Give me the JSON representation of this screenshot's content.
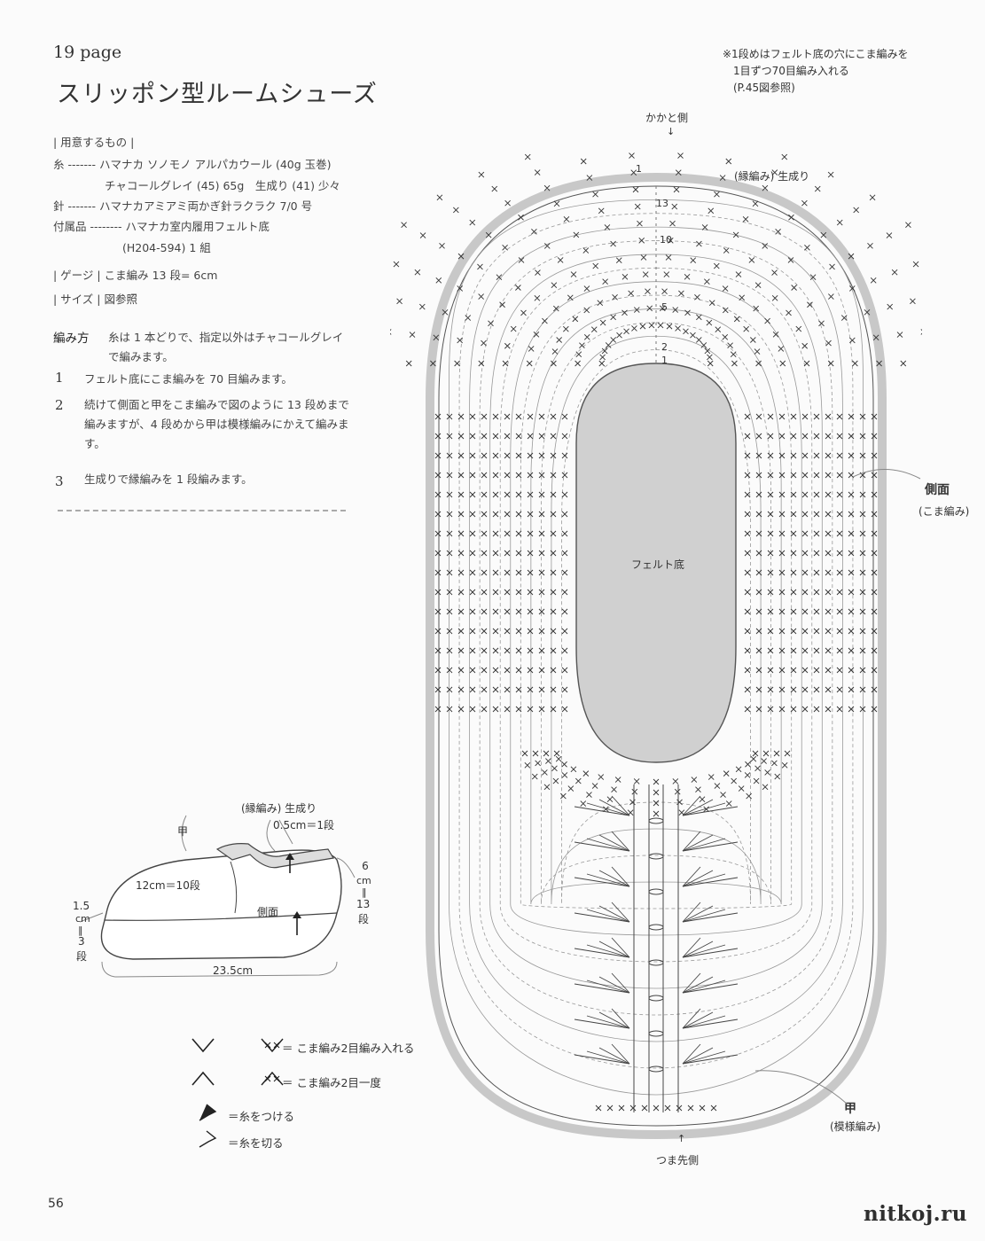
{
  "header": {
    "page_label": "19 page",
    "title": "スリッポン型ルームシューズ"
  },
  "materials": {
    "heading": "| 用意するもの |",
    "yarn_label": "糸 ------- ハマナカ ソノモノ アルパカウール (40g 玉巻)",
    "yarn_colors": "チャコールグレイ (45) 65g　生成り (41) 少々",
    "hook": "針 ------- ハマナカアミアミ両かぎ針ラクラク 7/0 号",
    "accessory": "付属品 -------- ハマナカ室内履用フェルト底",
    "accessory_code": "(H204-594) 1 組",
    "gauge": "| ゲージ | こま編み 13 段= 6cm",
    "size": "| サイズ | 図参照"
  },
  "method": {
    "heading": "編み方",
    "intro": "糸は 1 本どりで、指定以外はチャコールグレイで編みます。",
    "steps": [
      {
        "num": "1",
        "text": "フェルト底にこま編みを 70 目編みます。"
      },
      {
        "num": "2",
        "text": "続けて側面と甲をこま編みで図のように 13 段めまで編みますが、4 段めから甲は模様編みにかえて編みます。"
      },
      {
        "num": "3",
        "text": "生成りで縁編みを 1 段編みます。"
      }
    ]
  },
  "shoe_diagram": {
    "edge_label": "(縁編み) 生成り",
    "edge_size": "0.5cm＝1段",
    "instep": "甲",
    "instep_size": "12cm＝10段",
    "side": "側面",
    "height_cm": "6",
    "height_unit": "cm",
    "height_eq": "‖",
    "height_rows": "13",
    "height_dan": "段",
    "sole_cm": "1.5",
    "sole_unit": "cm",
    "sole_eq": "‖",
    "sole_rows": "3",
    "sole_dan": "段",
    "length": "23.5cm"
  },
  "legend": [
    {
      "symbol": "increase-symbol",
      "text": "＝ こま編み2目編み入れる"
    },
    {
      "symbol": "decrease-symbol",
      "text": "＝ こま編み2目一度"
    },
    {
      "symbol": "join-yarn-symbol",
      "text": "＝糸をつける"
    },
    {
      "symbol": "cut-yarn-symbol",
      "text": "＝糸を切る"
    }
  ],
  "chart": {
    "note_line1": "※1段めはフェルト底の穴にこま編みを",
    "note_line2": "1目ずつ70目編み入れる",
    "note_line3": "(P.45図参照)",
    "heel_side": "かかと側",
    "edge_label": "(縁編み) 生成り",
    "side_label": "側面",
    "side_stitch": "(こま編み)",
    "sole_label": "フェルト底",
    "instep_label": "甲",
    "instep_stitch": "(模様編み)",
    "toe_side": "つま先側",
    "row_numbers": [
      "1",
      "13",
      "10",
      "5",
      "2",
      "1"
    ]
  },
  "footer": {
    "page_number": "56",
    "watermark": "nitkoj.ru"
  }
}
